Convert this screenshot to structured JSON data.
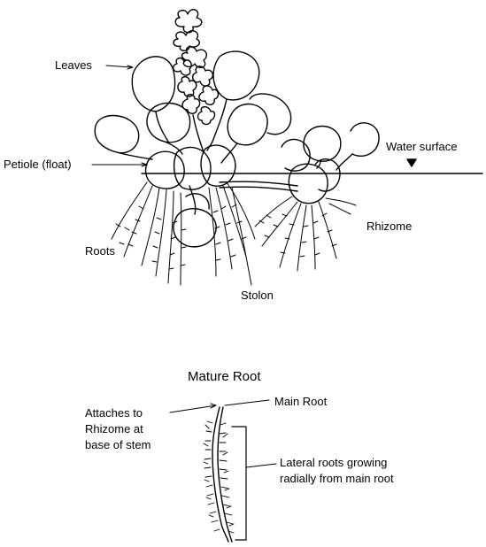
{
  "plant_labels": {
    "leaves": "Leaves",
    "petiole": "Petiole (float)",
    "water_surface": "Water surface",
    "rhizome": "Rhizome",
    "roots": "Roots",
    "stolon": "Stolon"
  },
  "root_diagram": {
    "title": "Mature Root",
    "main_root": "Main Root",
    "attaches_line1": "Attaches to",
    "attaches_line2": "Rhizome at",
    "attaches_line3": "base of stem",
    "lateral_line1": "Lateral roots growing",
    "lateral_line2": "radially from main root"
  },
  "colors": {
    "ink": "#000000",
    "background": "#ffffff"
  }
}
